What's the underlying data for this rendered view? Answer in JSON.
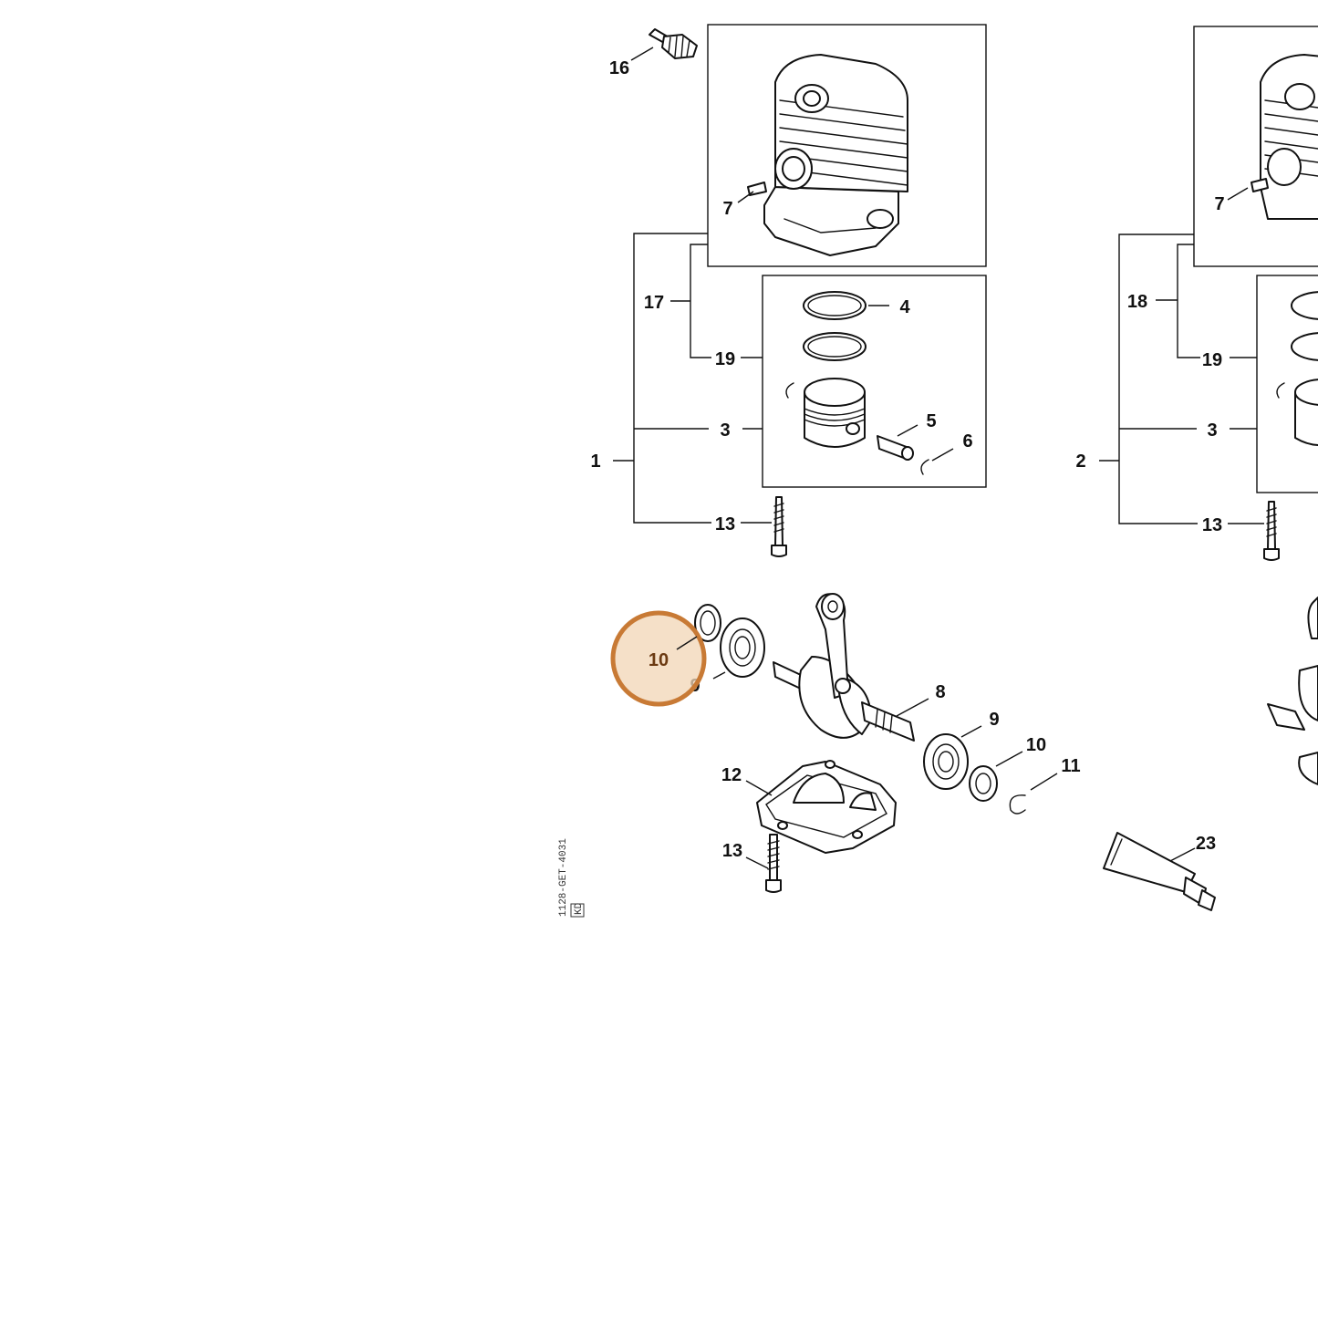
{
  "callouts": {
    "c16": "16",
    "c7a": "7",
    "c17": "17",
    "c4": "4",
    "c19a": "19",
    "c3a": "3",
    "c5": "5",
    "c6": "6",
    "c1": "1",
    "c13a": "13",
    "c7b": "7",
    "c18": "18",
    "c19b": "19",
    "c3b": "3",
    "c2": "2",
    "c13b": "13",
    "c8": "8",
    "c9b": "9",
    "c10b": "10",
    "c11": "11",
    "c12": "12",
    "c13c": "13",
    "c23": "23",
    "c9a": "9"
  },
  "highlight": {
    "label": "10",
    "fill": "#f2d5b6",
    "stroke": "#c87a35",
    "text_color": "#6b3a12"
  },
  "drawing_code": "1128-GET-4031",
  "drawing_code_tag": "KD"
}
